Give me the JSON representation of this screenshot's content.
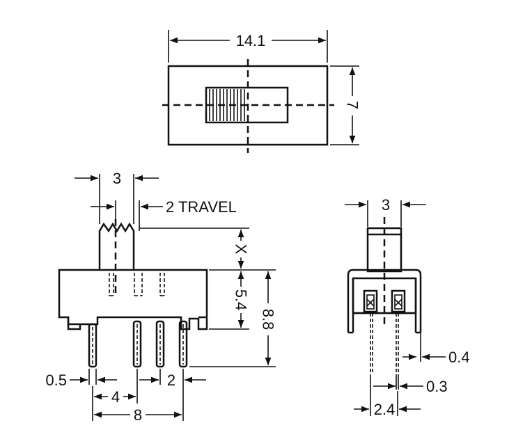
{
  "top_view": {
    "width_label": "14.1",
    "height_label": "7"
  },
  "side_view": {
    "actuator_width_label": "3",
    "travel_label": "2 TRAVEL",
    "actuator_height_label": "X",
    "body_height_label": "5.4",
    "total_height_label": "8.8",
    "pin_width_label": "0.5",
    "pin_pitch_label": "4",
    "pin_span_label": "8",
    "end_pin_offset_label": "2"
  },
  "end_view": {
    "actuator_width_label": "3",
    "frame_thickness_label": "0.4",
    "pin_thickness_label": "0.3",
    "pin_spacing_label": "2.4"
  },
  "colors": {
    "line": "#111111",
    "background": "#ffffff"
  }
}
